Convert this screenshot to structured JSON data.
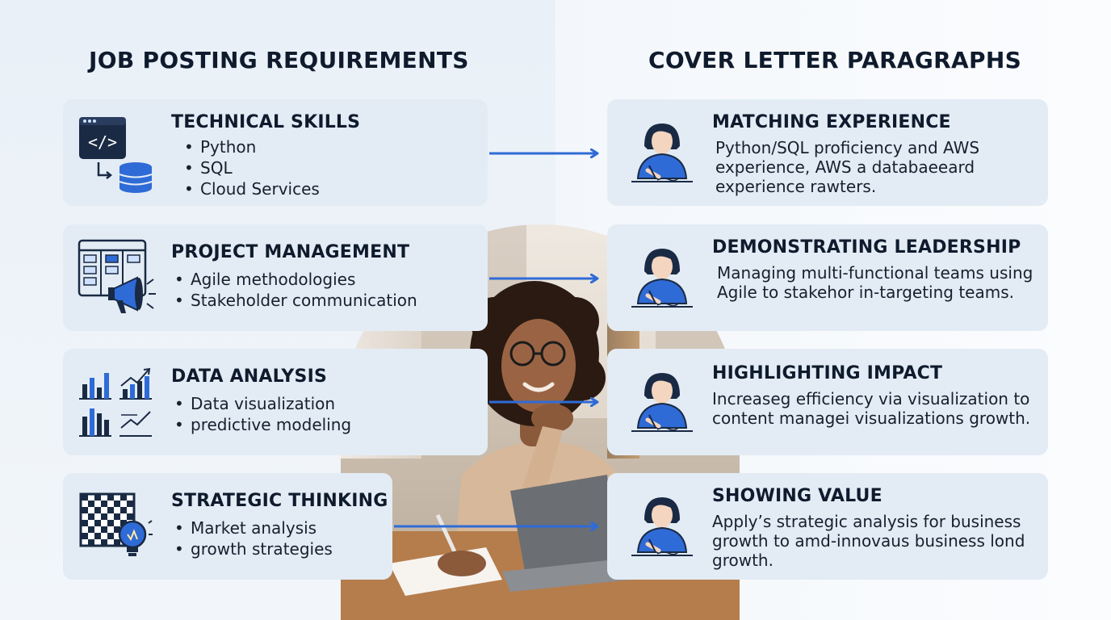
{
  "headings": {
    "left": "JOB POSTING REQUIREMENTS",
    "right": "COVER LETTER PARAGRAPHS"
  },
  "requirements": [
    {
      "title": "TECHNICAL SKILLS",
      "icon": "code-database-icon",
      "bullets": [
        "Python",
        "SQL",
        "Cloud Services"
      ]
    },
    {
      "title": "PROJECT MANAGEMENT",
      "icon": "kanban-megaphone-icon",
      "bullets": [
        "Agile methodologies",
        "Stakeholder communication"
      ]
    },
    {
      "title": "DATA ANALYSIS",
      "icon": "charts-icon",
      "bullets": [
        "Data visualization",
        "predictive modeling"
      ]
    },
    {
      "title": "STRATEGIC THINKING",
      "icon": "chessboard-lightbulb-icon",
      "bullets": [
        "Market analysis",
        "growth strategies"
      ]
    }
  ],
  "paragraphs": [
    {
      "title": "MATCHING EXPERIENCE",
      "icon": "person-writing-icon",
      "text": "Python/SQL proficiency and AWS experience, AWS a databaeeard experience rawters."
    },
    {
      "title": "DEMONSTRATING LEADERSHIP",
      "icon": "person-writing-icon",
      "text": "Managing multi-functional teams using Agile to stakehor in-targeting teams."
    },
    {
      "title": "HIGHLIGHTING IMPACT",
      "icon": "person-writing-icon",
      "text": "Increaseg efficiency via visualization to content managei visualizations growth."
    },
    {
      "title": "SHOWING VALUE",
      "icon": "person-writing-icon",
      "text": "Apply’s strategic analysis for business growth to amd-innovaus business lond growth."
    }
  ],
  "colors": {
    "accent": "#2f6bd6",
    "card": "#e3ecf5",
    "text": "#0f1b2d",
    "icon_dark": "#1a2a44"
  }
}
